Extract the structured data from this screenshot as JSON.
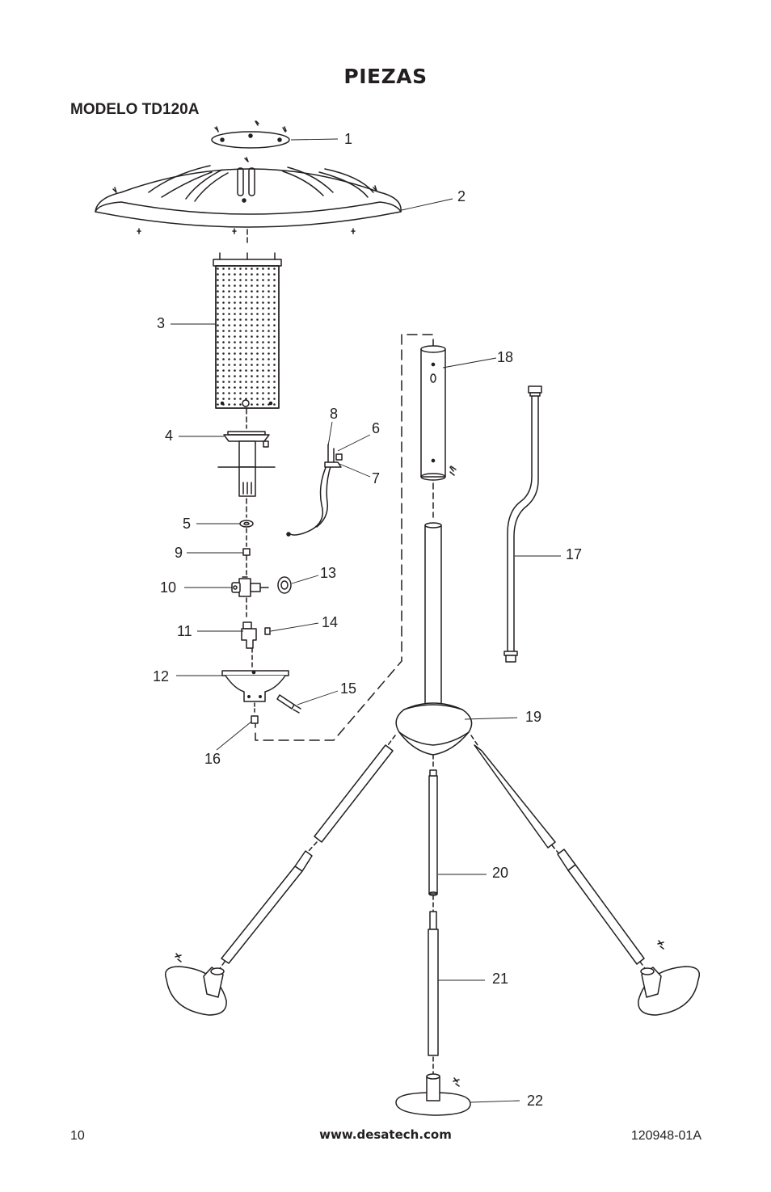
{
  "page": {
    "title": "PIEZAS",
    "model_heading": "MODELO TD120A",
    "page_number": "10",
    "website": "www.desatech.com",
    "document_number": "120948-01A"
  },
  "callouts": [
    "1",
    "2",
    "3",
    "4",
    "5",
    "6",
    "7",
    "8",
    "9",
    "10",
    "11",
    "12",
    "13",
    "14",
    "15",
    "16",
    "17",
    "18",
    "19",
    "20",
    "21",
    "22"
  ]
}
